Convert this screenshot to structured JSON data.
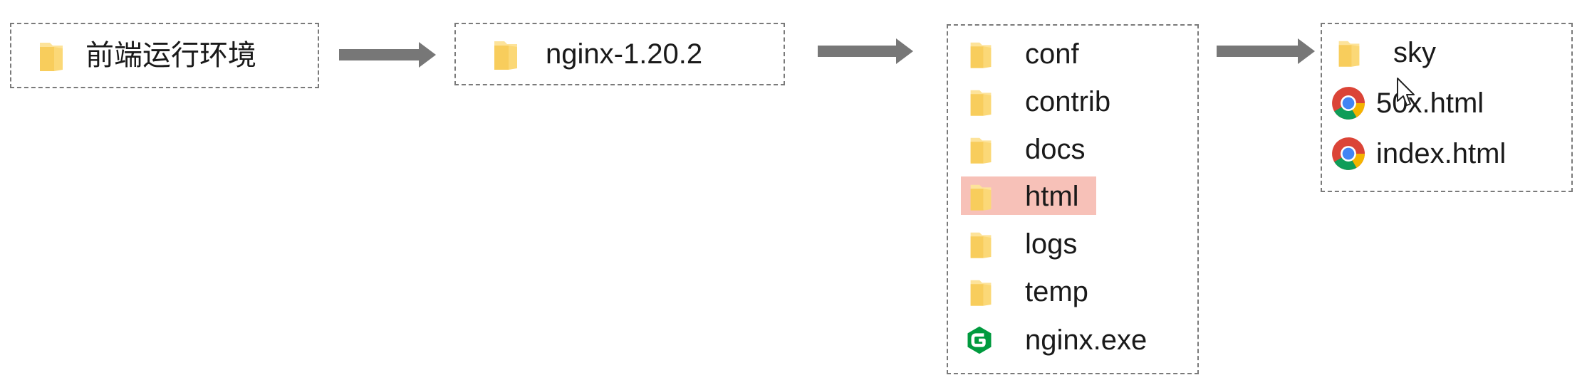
{
  "colors": {
    "folder_main": "#f8cd5c",
    "folder_light": "#fde39a",
    "arrow": "#777777",
    "highlight": "#f7c1b8",
    "nginx_green": "#009a3e"
  },
  "stage1": {
    "folder": "前端运行环境"
  },
  "stage2": {
    "folder": "nginx-1.20.2"
  },
  "stage3": {
    "items": [
      {
        "label": "conf",
        "icon": "folder-icon"
      },
      {
        "label": "contrib",
        "icon": "folder-icon"
      },
      {
        "label": "docs",
        "icon": "folder-icon"
      },
      {
        "label": "html",
        "icon": "folder-icon",
        "highlighted": true
      },
      {
        "label": "logs",
        "icon": "folder-icon"
      },
      {
        "label": "temp",
        "icon": "folder-icon"
      },
      {
        "label": "nginx.exe",
        "icon": "nginx-app-icon"
      }
    ]
  },
  "stage4": {
    "items": [
      {
        "label": "sky",
        "icon": "folder-icon"
      },
      {
        "label": "50x.html",
        "icon": "chrome-icon"
      },
      {
        "label": "index.html",
        "icon": "chrome-icon"
      }
    ]
  }
}
